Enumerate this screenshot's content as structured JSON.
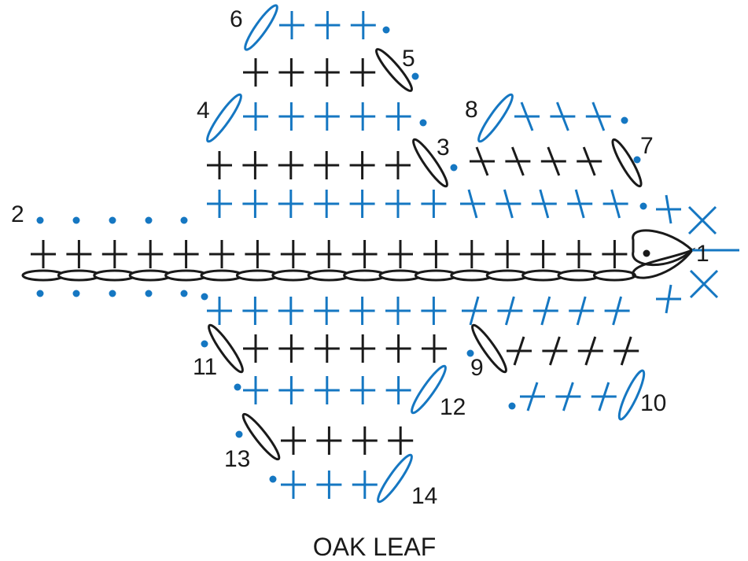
{
  "caption": "OAK LEAF",
  "colors": {
    "black": "#1a1a1a",
    "blue": "#1577c2",
    "background": "#ffffff"
  },
  "row_labels": [
    "1",
    "2",
    "3",
    "4",
    "5",
    "6",
    "7",
    "8",
    "9",
    "10",
    "11",
    "12",
    "13",
    "14"
  ]
}
